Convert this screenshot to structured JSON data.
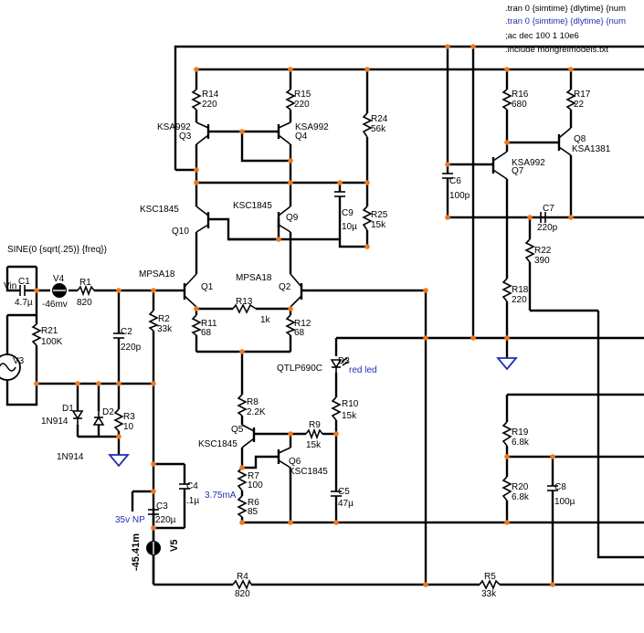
{
  "directives": [
    {
      "text": ".tran 0 {simtime} {dlytime} {num",
      "color": "#000000"
    },
    {
      "text": ".tran 0 {simtime} {dlytime} {num",
      "color": "#1f2fb0"
    },
    {
      "text": ";ac dec 100 1 10e6",
      "color": "#000000"
    },
    {
      "text": ".include mongrelmodels.txt",
      "color": "#000000"
    }
  ],
  "source": {
    "sine": "SINE(0 {sqrt(.25)} {freq})",
    "vin": "Vin"
  },
  "components": {
    "C1": {
      "name": "C1",
      "value": "4.7µ"
    },
    "V4": {
      "name": "V4",
      "value": "-46mv"
    },
    "R1": {
      "name": "R1",
      "value": "820"
    },
    "R21": {
      "name": "R21",
      "value": "100K"
    },
    "V3": {
      "name": "V3"
    },
    "C2": {
      "name": "C2",
      "value": "220p"
    },
    "R2": {
      "name": "R2",
      "value": "33k"
    },
    "D1": {
      "name": "D1",
      "value": "1N914"
    },
    "D2": {
      "name": "D2",
      "value": "1N914"
    },
    "R3": {
      "name": "R3",
      "value": "10"
    },
    "C4": {
      "name": "C4",
      "value": ".1µ"
    },
    "C3": {
      "name": "C3",
      "value": "220µ",
      "extra": "35v NP"
    },
    "V5": {
      "name": "V5",
      "value": "-45.41m"
    },
    "R4": {
      "name": "R4",
      "value": "820"
    },
    "R5": {
      "name": "R5",
      "value": "33k"
    },
    "Q1": {
      "name": "Q1",
      "model": "MPSA18"
    },
    "Q2": {
      "name": "Q2",
      "model": "MPSA18"
    },
    "R13": {
      "name": "R13",
      "value": "1k"
    },
    "R11": {
      "name": "R11",
      "value": "68"
    },
    "R12": {
      "name": "R12",
      "value": "68"
    },
    "Q10": {
      "name": "Q10",
      "model": "KSC1845"
    },
    "Q9": {
      "name": "Q9",
      "model": "KSC1845"
    },
    "Q3": {
      "name": "Q3",
      "model": "KSA992"
    },
    "Q4": {
      "name": "Q4",
      "model": "KSA992"
    },
    "R14": {
      "name": "R14",
      "value": "220"
    },
    "R15": {
      "name": "R15",
      "value": "220"
    },
    "R24": {
      "name": "R24",
      "value": "56k"
    },
    "R25": {
      "name": "R25",
      "value": "15k"
    },
    "C9": {
      "name": "C9",
      "value": "10µ"
    },
    "C6": {
      "name": "C6",
      "value": "100p"
    },
    "R16": {
      "name": "R16",
      "value": "680"
    },
    "R17": {
      "name": "R17",
      "value": "22"
    },
    "Q7": {
      "name": "Q7",
      "model": "KSA992"
    },
    "Q8": {
      "name": "Q8",
      "model": "KSA1381"
    },
    "C7": {
      "name": "C7",
      "value": "220p"
    },
    "R22": {
      "name": "R22",
      "value": "390"
    },
    "R18": {
      "name": "R18",
      "value": "220"
    },
    "D3": {
      "name": "D3",
      "model": "QTLP690C",
      "extra": "red led"
    },
    "R10": {
      "name": "R10",
      "value": "15k"
    },
    "R8": {
      "name": "R8",
      "value": "2.2K"
    },
    "Q5": {
      "name": "Q5",
      "model": "KSC1845"
    },
    "R9": {
      "name": "R9",
      "value": "15k"
    },
    "Q6": {
      "name": "Q6",
      "model": "KSC1845"
    },
    "R7": {
      "name": "R7",
      "value": "100"
    },
    "R6": {
      "name": "R6",
      "value": "85"
    },
    "C5": {
      "name": "C5",
      "value": "47µ"
    },
    "R19": {
      "name": "R19",
      "value": "6.8k"
    },
    "R20": {
      "name": "R20",
      "value": "6.8k"
    },
    "C8": {
      "name": "C8",
      "value": "100µ"
    }
  },
  "annotations": {
    "current": "3.75mA"
  }
}
